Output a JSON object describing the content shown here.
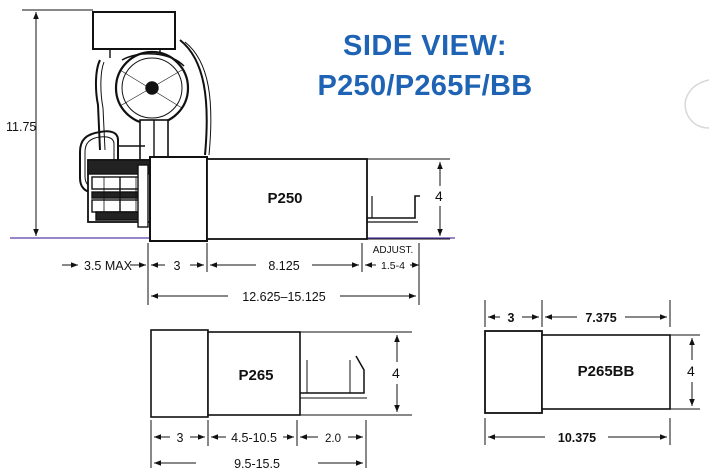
{
  "title": {
    "line1": "SIDE VIEW:",
    "line2": "P250/P265F/BB"
  },
  "colors": {
    "title": "#1f63b4",
    "ink": "#111111",
    "floor_line": "#5b3aa8"
  },
  "p250": {
    "label": "P250",
    "height_dim": "11.75",
    "box_height_dim": "4",
    "dims": {
      "max": "3.5 MAX",
      "seg1": "3",
      "seg2": "8.125",
      "adjust_label": "ADJUST.",
      "adjust_value": "1.5-4",
      "overall": "12.625–15.125"
    }
  },
  "p265": {
    "label": "P265",
    "height_dim": "4",
    "dims": {
      "seg1": "3",
      "seg2": "4.5-10.5",
      "seg3": "2.0",
      "overall": "9.5-15.5"
    }
  },
  "p265bb": {
    "label": "P265BB",
    "height_dim": "4",
    "dims": {
      "seg1": "3",
      "seg2": "7.375",
      "overall": "10.375"
    }
  }
}
